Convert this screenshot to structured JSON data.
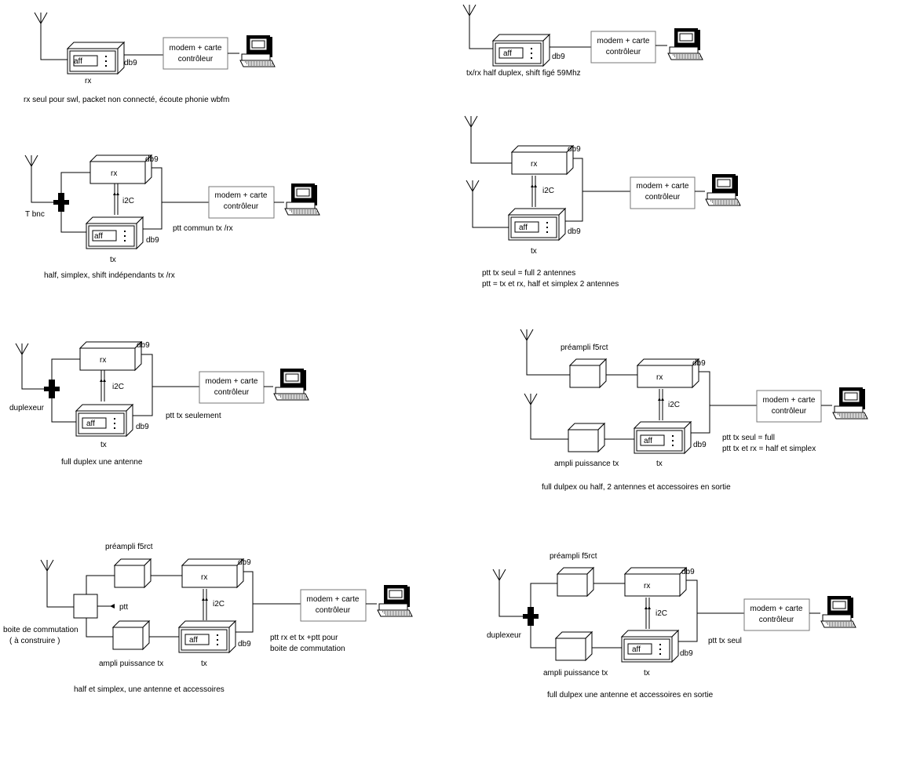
{
  "labels": {
    "aff": "aff",
    "rx": "rx",
    "tx": "tx",
    "db9": "db9",
    "i2c": "i2C",
    "modem_line1": "modem + carte",
    "modem_line2": "contrôleur",
    "t_bnc": "T bnc",
    "duplexeur": "duplexeur",
    "preampli": "préampli f5rct",
    "ampli": "ampli puissance tx",
    "ptt": "ptt",
    "boite_line1": "boite de commutation",
    "boite_line2": "( à construire )"
  },
  "diagrams": {
    "d1": {
      "caption": "rx seul pour swl, packet non connecté, écoute phonie wbfm"
    },
    "d2": {
      "caption": "tx/rx half duplex, shift figé 59Mhz"
    },
    "d3": {
      "caption": "half, simplex, shift indépendants tx /rx",
      "note": "ptt commun tx /rx"
    },
    "d4": {
      "caption_line1": "ptt tx seul = full 2 antennes",
      "caption_line2": "ptt = tx et rx, half  et simplex 2 antennes"
    },
    "d5": {
      "caption": "full duplex une antenne",
      "note": "ptt tx seulement"
    },
    "d6": {
      "caption": "full dulpex ou half, 2 antennes  et accessoires en sortie",
      "note_line1": "ptt tx seul = full",
      "note_line2": "ptt  tx et rx = half et simplex"
    },
    "d7": {
      "caption": "half et simplex, une antenne et accessoires",
      "note_line1": "ptt rx et tx +ptt pour",
      "note_line2": "boite de commutation"
    },
    "d8": {
      "caption": "full dulpex  une antenne  et accessoires en sortie",
      "note": "ptt tx seul"
    }
  }
}
